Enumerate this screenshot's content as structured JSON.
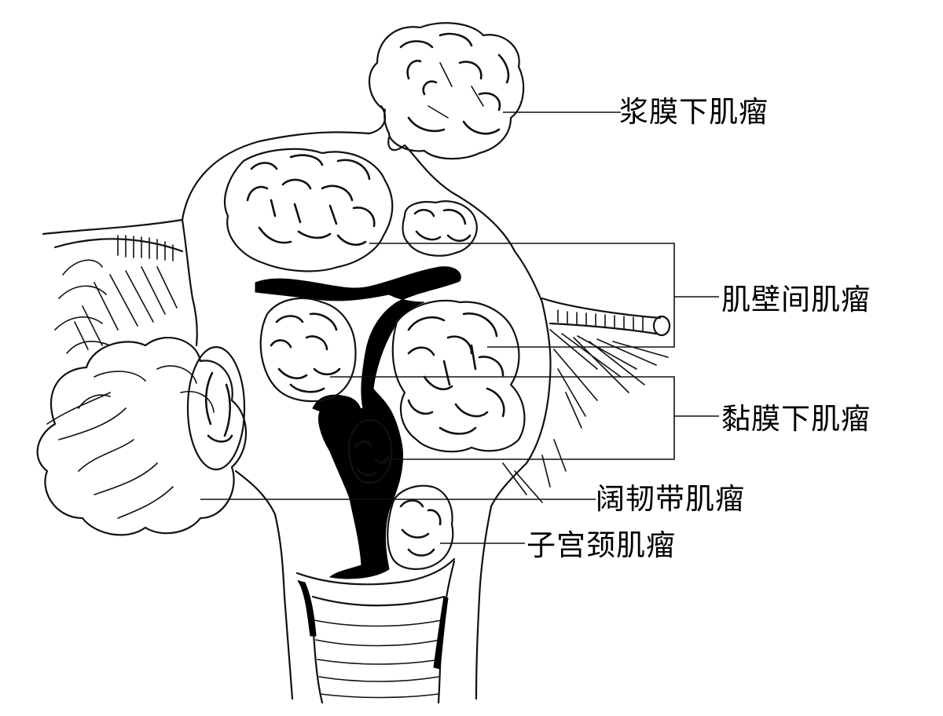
{
  "labels": {
    "subserosal": "浆膜下肌瘤",
    "intramural": "肌壁间肌瘤",
    "submucosal": "黏膜下肌瘤",
    "broad_ligament": "阔韧带肌瘤",
    "cervical": "子宫颈肌瘤"
  }
}
